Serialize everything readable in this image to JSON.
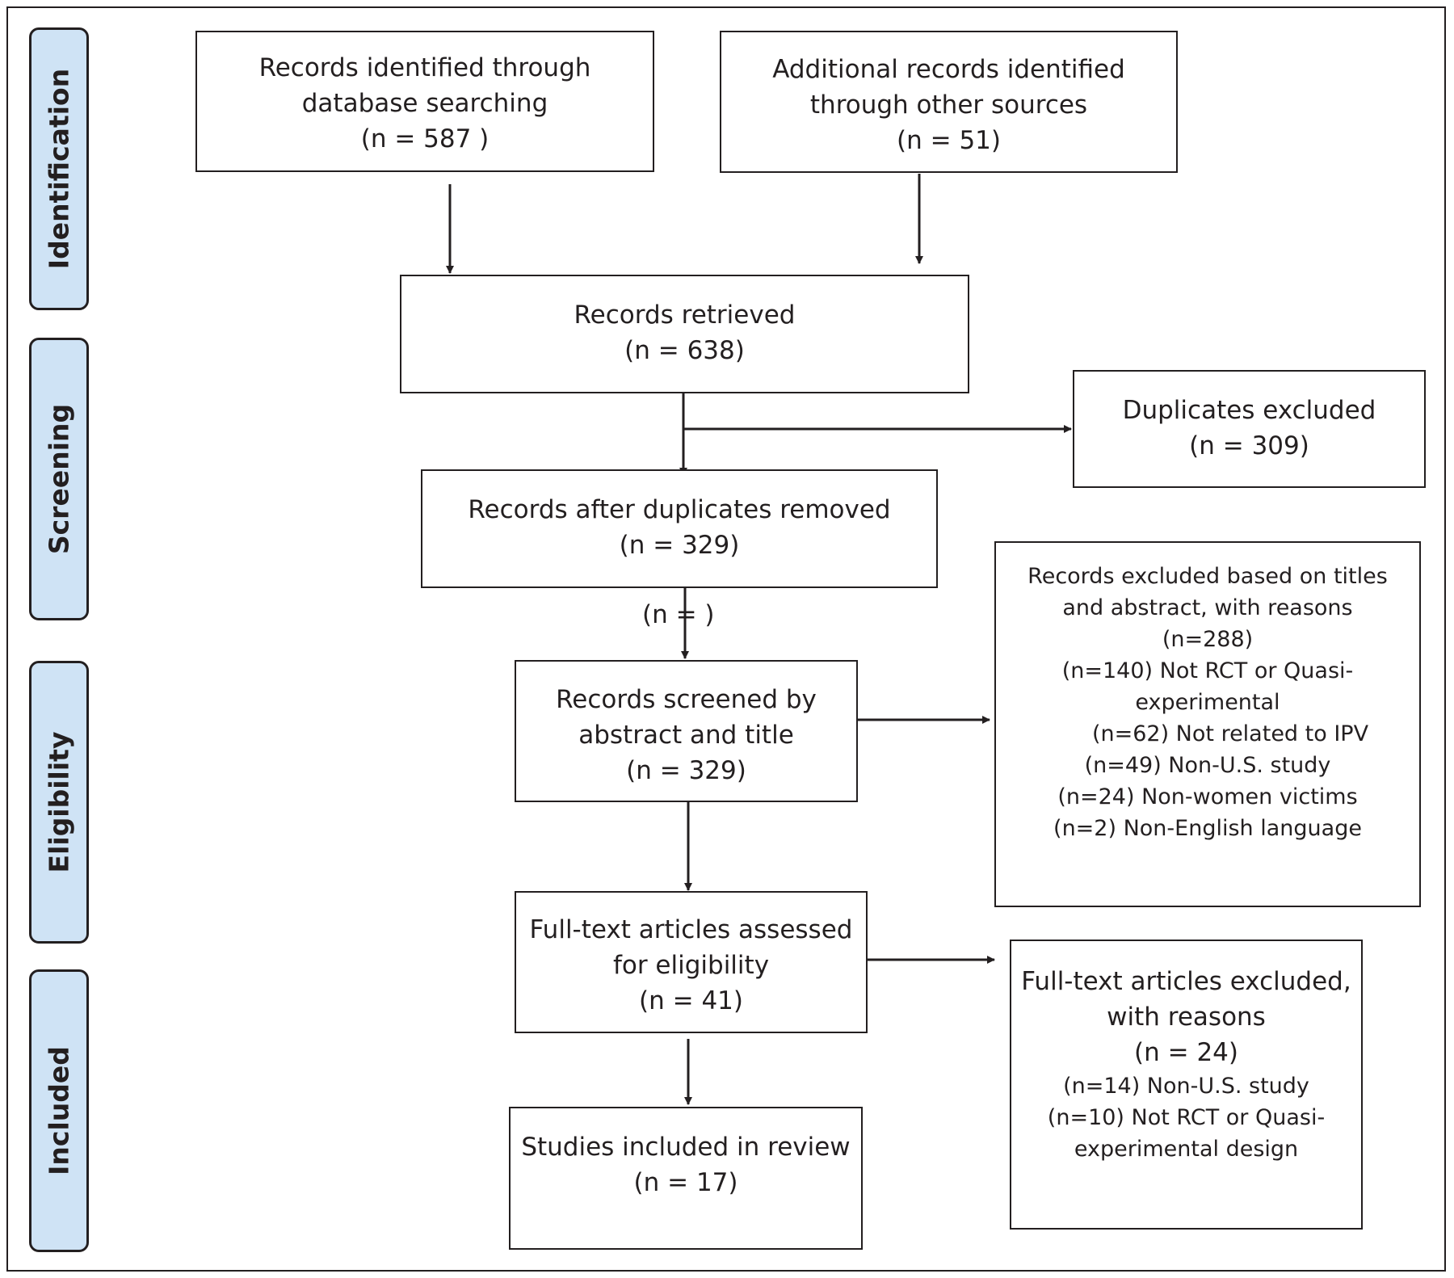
{
  "stages": [
    "Identification",
    "Screening",
    "Eligibility",
    "Included"
  ],
  "boxes": {
    "database_search": {
      "lines": [
        "Records identified through",
        "database searching",
        "(n =  587 )"
      ]
    },
    "other_sources": {
      "lines": [
        "Additional records identified",
        "through other sources",
        "(n =   51)"
      ]
    },
    "retrieved": {
      "lines": [
        "Records retrieved",
        "(n = 638)"
      ]
    },
    "duplicates_excluded": {
      "lines": [
        "Duplicates excluded",
        "(n = 309)"
      ]
    },
    "after_duplicates": {
      "lines": [
        "Records after duplicates removed",
        "(n = 329)"
      ]
    },
    "screened": {
      "lines": [
        "Records screened by",
        "abstract and title",
        "(n = 329)"
      ]
    },
    "excluded_titles": {
      "lines": [
        "Records excluded based on titles",
        "and abstract, with reasons",
        "(n=288)"
      ],
      "reasons": [
        "(n=140) Not RCT or Quasi-",
        "experimental",
        "(n=62) Not related to IPV",
        "(n=49) Non-U.S. study",
        "(n=24) Non-women victims",
        "(n=2) Non-English language"
      ]
    },
    "fulltext_assessed": {
      "lines": [
        "Full-text articles assessed",
        "for eligibility",
        "(n = 41)"
      ]
    },
    "fulltext_excluded": {
      "lines": [
        "Full-text articles excluded,",
        "with reasons",
        "(n = 24)"
      ],
      "reasons": [
        "(n=14) Non-U.S. study",
        "(n=10) Not RCT or Quasi-",
        "experimental design"
      ]
    },
    "included": {
      "lines": [
        "Studies included in review",
        "(n = 17)"
      ]
    }
  },
  "stray_label": "(n =    )"
}
